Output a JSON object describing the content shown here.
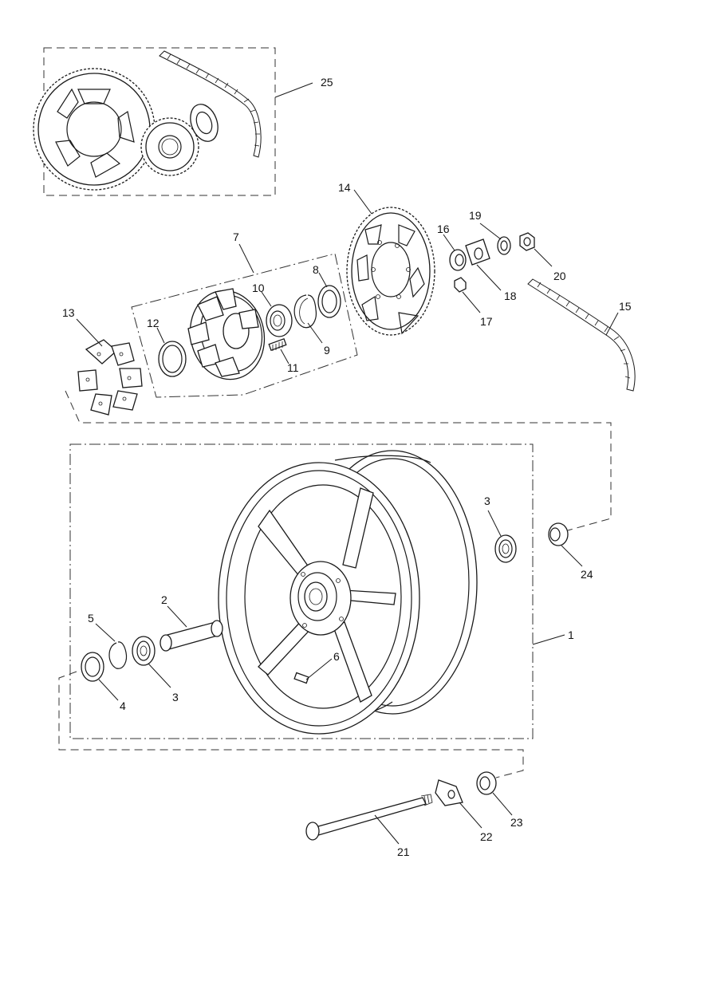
{
  "callouts": [
    {
      "id": "c1",
      "text": "1"
    },
    {
      "id": "c2",
      "text": "2"
    },
    {
      "id": "c3a",
      "text": "3"
    },
    {
      "id": "c3b",
      "text": "3"
    },
    {
      "id": "c4",
      "text": "4"
    },
    {
      "id": "c5",
      "text": "5"
    },
    {
      "id": "c6",
      "text": "6"
    },
    {
      "id": "c7",
      "text": "7"
    },
    {
      "id": "c8",
      "text": "8"
    },
    {
      "id": "c9",
      "text": "9"
    },
    {
      "id": "c10",
      "text": "10"
    },
    {
      "id": "c11",
      "text": "11"
    },
    {
      "id": "c12",
      "text": "12"
    },
    {
      "id": "c13",
      "text": "13"
    },
    {
      "id": "c14",
      "text": "14"
    },
    {
      "id": "c15",
      "text": "15"
    },
    {
      "id": "c16",
      "text": "16"
    },
    {
      "id": "c17",
      "text": "17"
    },
    {
      "id": "c18",
      "text": "18"
    },
    {
      "id": "c19",
      "text": "19"
    },
    {
      "id": "c20",
      "text": "20"
    },
    {
      "id": "c21",
      "text": "21"
    },
    {
      "id": "c22",
      "text": "22"
    },
    {
      "id": "c23",
      "text": "23"
    },
    {
      "id": "c24",
      "text": "24"
    },
    {
      "id": "c25",
      "text": "25"
    }
  ]
}
